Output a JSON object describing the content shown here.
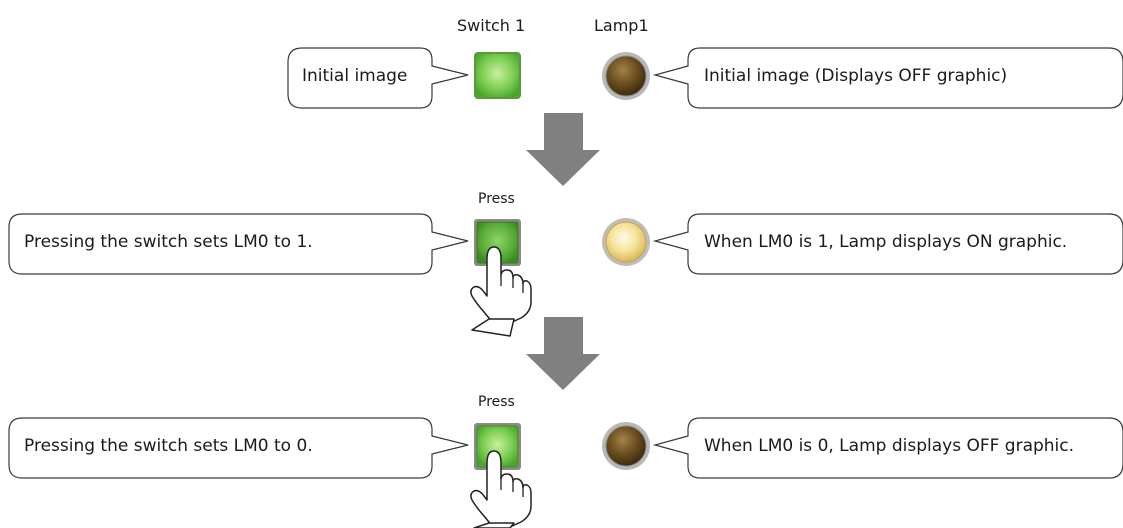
{
  "headers": {
    "switch": "Switch 1",
    "lamp": "Lamp1"
  },
  "press_label": "Press",
  "rows": [
    {
      "switch_note": "Initial image",
      "lamp_note": "Initial image (Displays OFF graphic)",
      "lamp_state": "OFF",
      "switch_pressed": false
    },
    {
      "switch_note": "Pressing the switch sets LM0 to 1.",
      "lamp_note": "When LM0 is 1, Lamp displays ON graphic.",
      "lamp_state": "ON",
      "switch_pressed": true
    },
    {
      "switch_note": "Pressing the switch sets LM0 to 0.",
      "lamp_note": "When LM0 is 0, Lamp displays OFF graphic.",
      "lamp_state": "OFF",
      "switch_pressed": true
    }
  ],
  "colors": {
    "switch_green": "#5cb83a",
    "lamp_off": "#6b4e1e",
    "lamp_on": "#f2dc86",
    "arrow_gray": "#808080",
    "bubble_stroke": "#3a3a3a"
  },
  "icons": {
    "pointer": "hand-pointer-icon",
    "arrow": "down-arrow-icon"
  }
}
